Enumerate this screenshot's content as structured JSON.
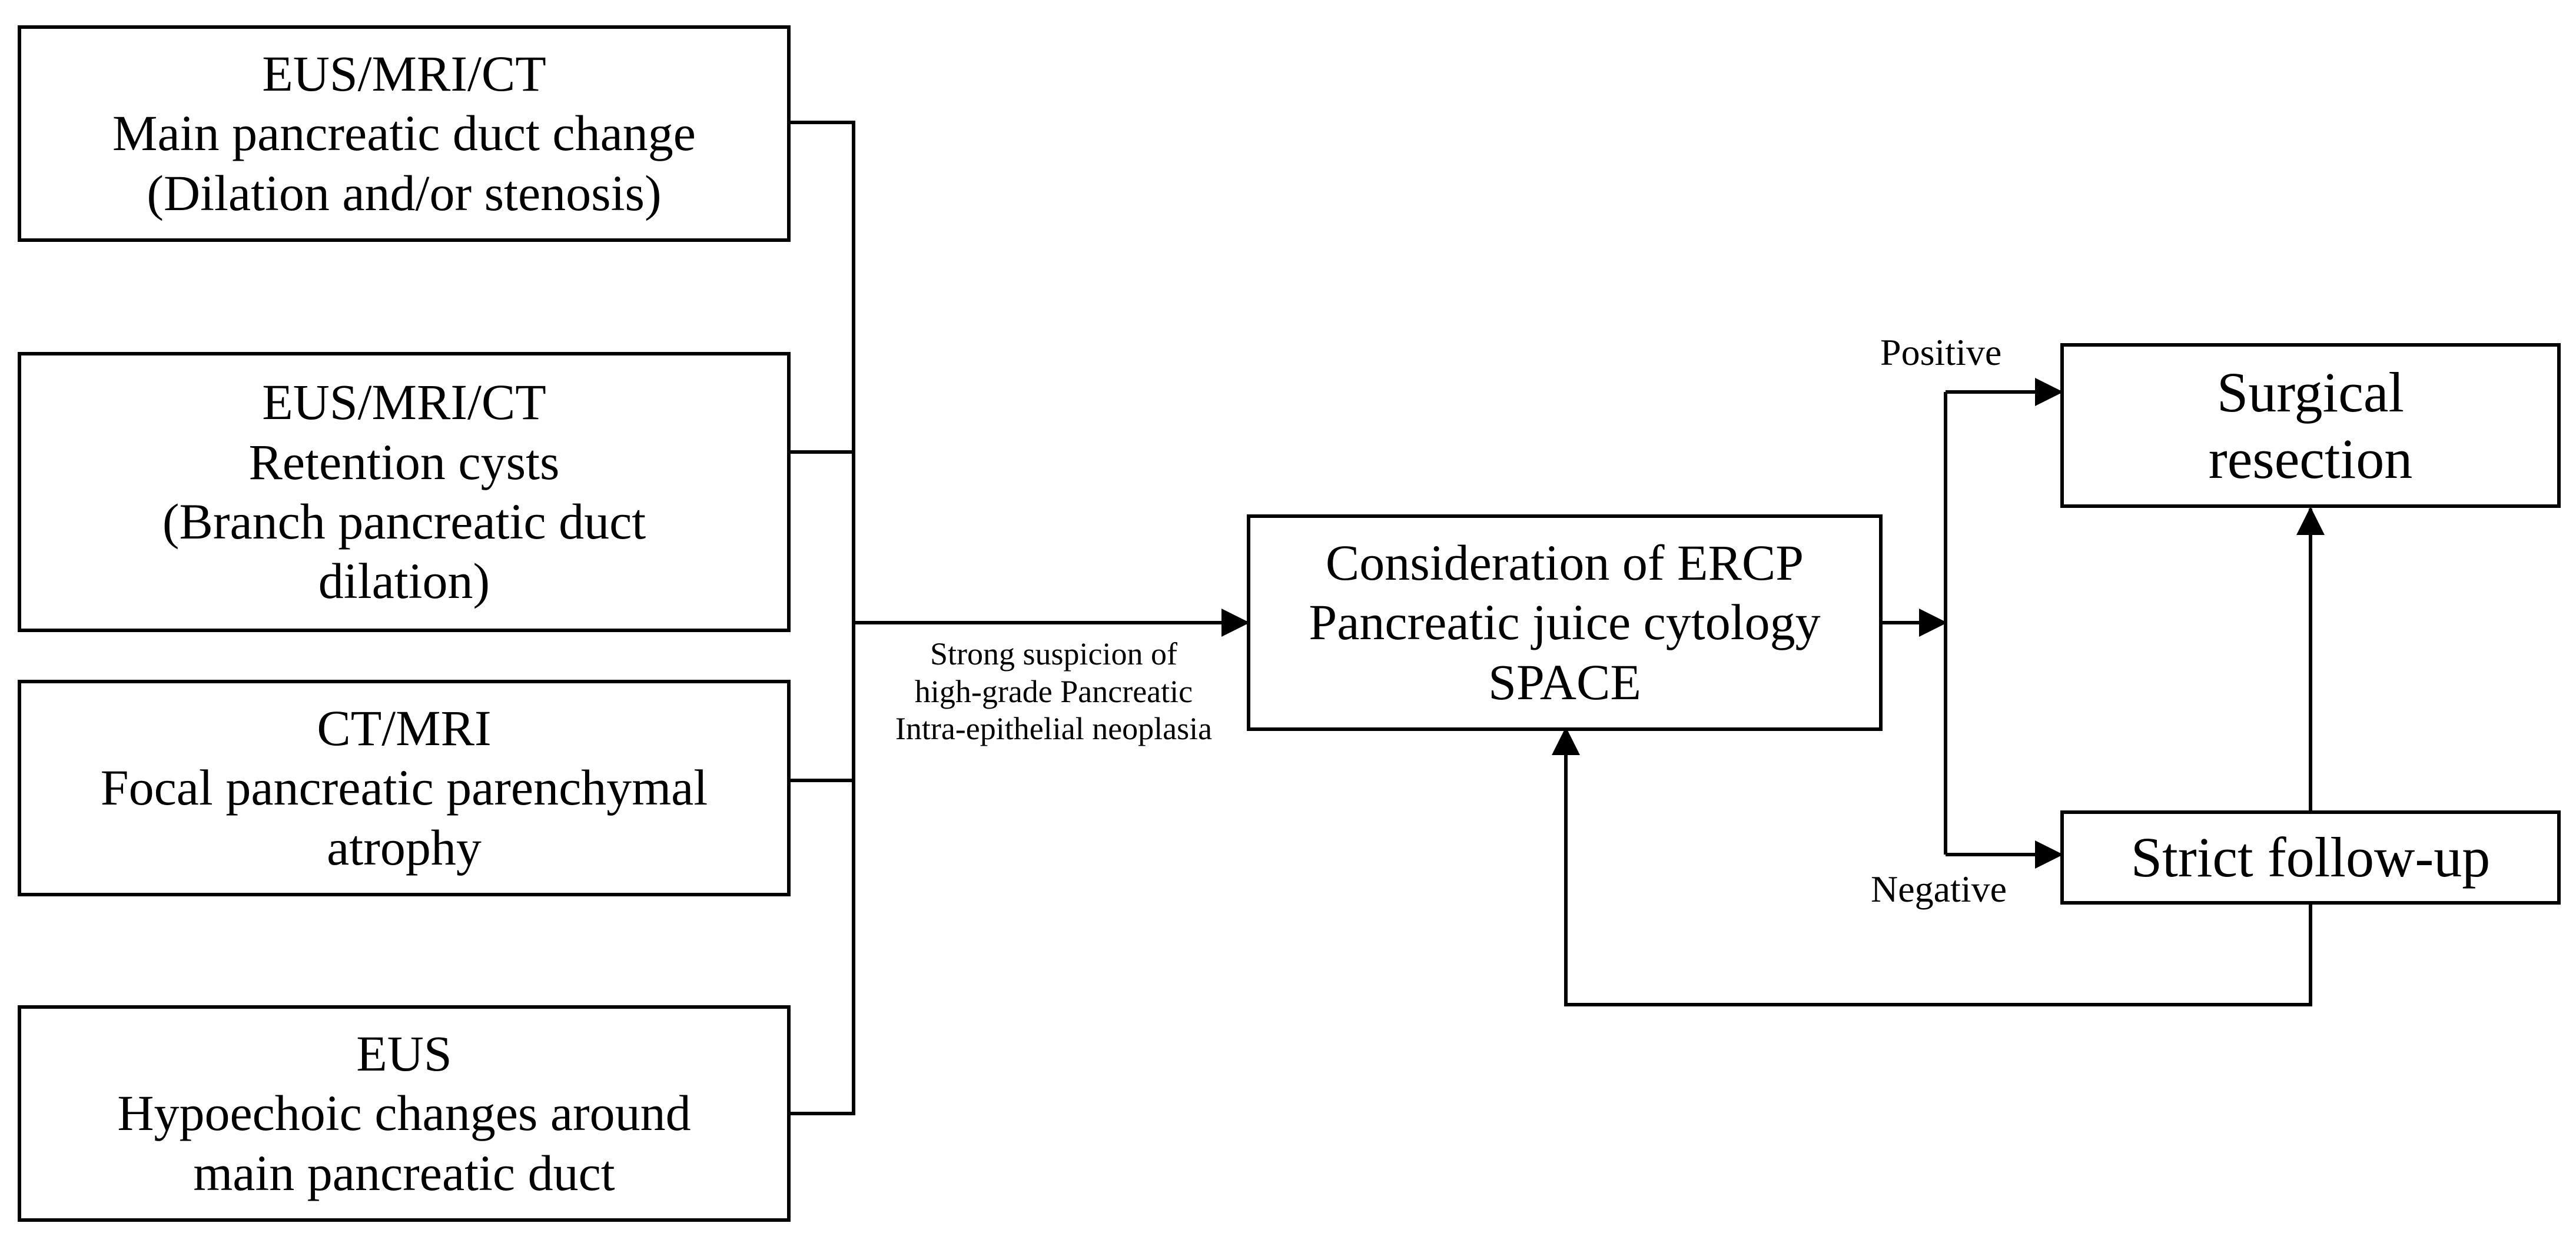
{
  "boxes": {
    "mpd_change": {
      "lines": [
        "EUS/MRI/CT",
        "Main pancreatic duct change",
        "(Dilation and/or stenosis)"
      ]
    },
    "retention_cysts": {
      "lines": [
        "EUS/MRI/CT",
        "Retention cysts",
        "(Branch pancreatic duct",
        "dilation)"
      ]
    },
    "focal_atrophy": {
      "lines": [
        "CT/MRI",
        "Focal pancreatic parenchymal",
        "atrophy"
      ]
    },
    "hypoechoic": {
      "lines": [
        "EUS",
        "Hypoechoic changes around",
        "main pancreatic duct"
      ]
    },
    "ercp": {
      "lines": [
        "Consideration of ERCP",
        "Pancreatic juice cytology",
        "SPACE"
      ]
    },
    "surgical": {
      "lines": [
        "Surgical",
        "resection"
      ]
    },
    "followup": {
      "lines": [
        "Strict follow-up"
      ]
    }
  },
  "edge_labels": {
    "suspicion": [
      "Strong suspicion of",
      "high-grade Pancreatic",
      "Intra-epithelial neoplasia"
    ],
    "positive": "Positive",
    "negative": "Negative"
  }
}
